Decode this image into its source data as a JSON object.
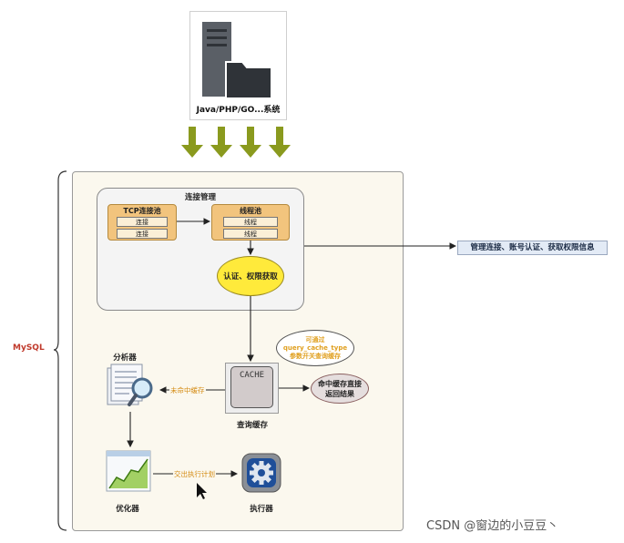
{
  "client": {
    "label": "Java/PHP/GO...系统",
    "icon": "server-folder-icon"
  },
  "mysql_label": "MySQL",
  "connection_management": {
    "title": "连接管理",
    "tcp_pool": {
      "title": "TCP连接池",
      "items": [
        "连接",
        "连接"
      ]
    },
    "thread_pool": {
      "title": "线程池",
      "items": [
        "线程",
        "线程"
      ]
    },
    "auth": "认证、权限获取"
  },
  "connection_info": "管理连接、账号认证、获取权限信息",
  "cache": {
    "inner_label": "CACHE",
    "label": "查询缓存",
    "bubble": [
      "可通过",
      "query_cache_type",
      "参数开关查询缓存"
    ],
    "hit": [
      "命中缓存直接",
      "返回结果"
    ],
    "miss_edge": "未命中缓存"
  },
  "analyzer": {
    "label": "分析器",
    "icon": "document-magnifier-icon"
  },
  "optimizer": {
    "label": "优化器",
    "icon": "chart-icon",
    "edge": "交出执行计划"
  },
  "executor": {
    "label": "执行器",
    "icon": "gear-icon"
  },
  "watermark": "CSDN @窗边的小豆豆丶",
  "colors": {
    "arrow_green": "#8a9a1e",
    "pool": "#f2c47d",
    "auth": "#ffea3b",
    "edge_label": "#d48a10",
    "mysql_red": "#c0392b"
  }
}
